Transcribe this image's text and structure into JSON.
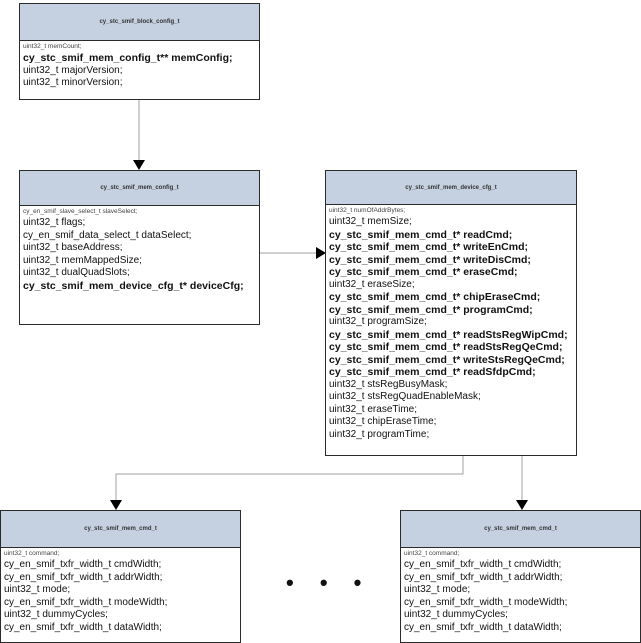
{
  "boxes": {
    "block_config": {
      "title": "cy_stc_smif_block_config_t",
      "fields": [
        {
          "text": "uint32_t memCount;",
          "style": "small"
        },
        {
          "text": "cy_stc_smif_mem_config_t** memConfig;",
          "style": "bold"
        },
        {
          "text": "uint32_t majorVersion;",
          "style": "normal"
        },
        {
          "text": "uint32_t minorVersion;",
          "style": "normal"
        }
      ]
    },
    "mem_config": {
      "title": "cy_stc_smif_mem_config_t",
      "fields": [
        {
          "text": "cy_en_smif_slave_select_t slaveSelect;",
          "style": "small"
        },
        {
          "text": "uint32_t flags;",
          "style": "normal"
        },
        {
          "text": "cy_en_smif_data_select_t dataSelect;",
          "style": "normal"
        },
        {
          "text": "uint32_t baseAddress;",
          "style": "normal"
        },
        {
          "text": "uint32_t memMappedSize;",
          "style": "normal"
        },
        {
          "text": "uint32_t dualQuadSlots;",
          "style": "normal"
        },
        {
          "text": "cy_stc_smif_mem_device_cfg_t* deviceCfg;",
          "style": "bold"
        }
      ]
    },
    "device_cfg": {
      "title": "cy_stc_smif_mem_device_cfg_t",
      "fields": [
        {
          "text": "uint32_t numOfAddrBytes;",
          "style": "small"
        },
        {
          "text": "uint32_t memSize;",
          "style": "normal"
        },
        {
          "text": "cy_stc_smif_mem_cmd_t* readCmd;",
          "style": "bold"
        },
        {
          "text": "cy_stc_smif_mem_cmd_t* writeEnCmd;",
          "style": "bold"
        },
        {
          "text": "cy_stc_smif_mem_cmd_t* writeDisCmd;",
          "style": "bold"
        },
        {
          "text": "cy_stc_smif_mem_cmd_t* eraseCmd;",
          "style": "bold"
        },
        {
          "text": "uint32_t eraseSize;",
          "style": "normal"
        },
        {
          "text": "cy_stc_smif_mem_cmd_t* chipEraseCmd;",
          "style": "bold"
        },
        {
          "text": "cy_stc_smif_mem_cmd_t* programCmd;",
          "style": "bold"
        },
        {
          "text": "uint32_t programSize;",
          "style": "normal"
        },
        {
          "text": "cy_stc_smif_mem_cmd_t* readStsRegWipCmd;",
          "style": "bold"
        },
        {
          "text": "cy_stc_smif_mem_cmd_t* readStsRegQeCmd;",
          "style": "bold"
        },
        {
          "text": "cy_stc_smif_mem_cmd_t* writeStsRegQeCmd;",
          "style": "bold"
        },
        {
          "text": "cy_stc_smif_mem_cmd_t* readSfdpCmd;",
          "style": "bold"
        },
        {
          "text": "uint32_t stsRegBusyMask;",
          "style": "normal"
        },
        {
          "text": "uint32_t stsRegQuadEnableMask;",
          "style": "normal"
        },
        {
          "text": "uint32_t eraseTime;",
          "style": "normal"
        },
        {
          "text": "uint32_t chipEraseTime;",
          "style": "normal"
        },
        {
          "text": "uint32_t programTime;",
          "style": "normal"
        }
      ]
    },
    "mem_cmd_left": {
      "title": "cy_stc_smif_mem_cmd_t",
      "fields": [
        {
          "text": "uint32_t command;",
          "style": "small"
        },
        {
          "text": "cy_en_smif_txfr_width_t cmdWidth;",
          "style": "normal"
        },
        {
          "text": "cy_en_smif_txfr_width_t addrWidth;",
          "style": "normal"
        },
        {
          "text": "uint32_t mode;",
          "style": "normal"
        },
        {
          "text": "cy_en_smif_txfr_width_t modeWidth;",
          "style": "normal"
        },
        {
          "text": "uint32_t dummyCycles;",
          "style": "normal"
        },
        {
          "text": "cy_en_smif_txfr_width_t dataWidth;",
          "style": "normal"
        }
      ]
    },
    "mem_cmd_right": {
      "title": "cy_stc_smif_mem_cmd_t",
      "fields": [
        {
          "text": "uint32_t command;",
          "style": "small"
        },
        {
          "text": "cy_en_smif_txfr_width_t cmdWidth;",
          "style": "normal"
        },
        {
          "text": "cy_en_smif_txfr_width_t addrWidth;",
          "style": "normal"
        },
        {
          "text": "uint32_t mode;",
          "style": "normal"
        },
        {
          "text": "cy_en_smif_txfr_width_t modeWidth;",
          "style": "normal"
        },
        {
          "text": "uint32_t dummyCycles;",
          "style": "normal"
        },
        {
          "text": "cy_en_smif_txfr_width_t dataWidth;",
          "style": "normal"
        }
      ]
    }
  },
  "ellipsis": "• • •",
  "colors": {
    "header_fill": "#c5d1e0",
    "border": "#2b2b2b",
    "connector": "#a0a0a0",
    "arrowhead": "#000000"
  }
}
